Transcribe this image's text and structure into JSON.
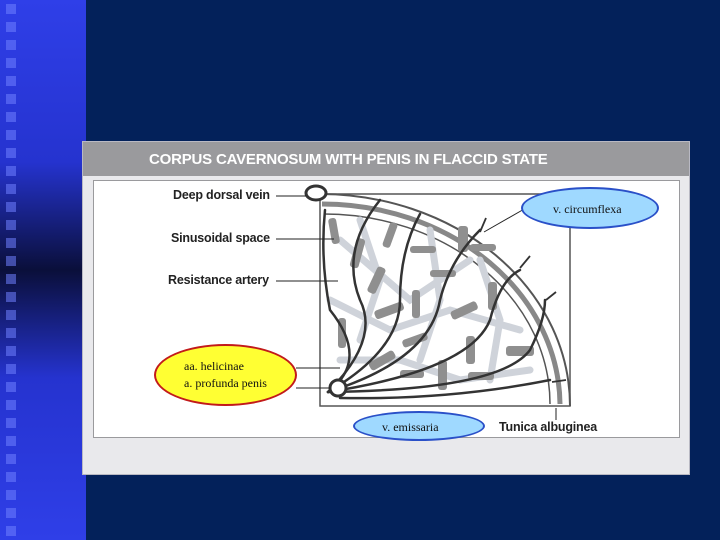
{
  "slide": {
    "title": "CORPUS CAVERNOSUM WITH PENIS IN FLACCID STATE"
  },
  "diagram": {
    "labels": {
      "deep_dorsal_vein": "Deep dorsal vein",
      "sinusoidal_space": "Sinusoidal space",
      "resistance_artery": "Resistance artery",
      "tunica_albuginea": "Tunica albuginea"
    },
    "callouts": {
      "v_circumflexa": "v. circumflexa",
      "aa_helicinae": "aa. helicinae",
      "a_profunda_penis": "a. profunda penis",
      "v_emissaria": "v. emissaria"
    }
  },
  "colors": {
    "background": "#03215a",
    "left_band": "#2533cf",
    "title_bar": "#9a9a9d",
    "callout_blue": "#9fd9ff",
    "callout_blue_border": "#2a50c8",
    "callout_yellow": "#ffff33",
    "callout_yellow_border": "#c21a1a"
  }
}
